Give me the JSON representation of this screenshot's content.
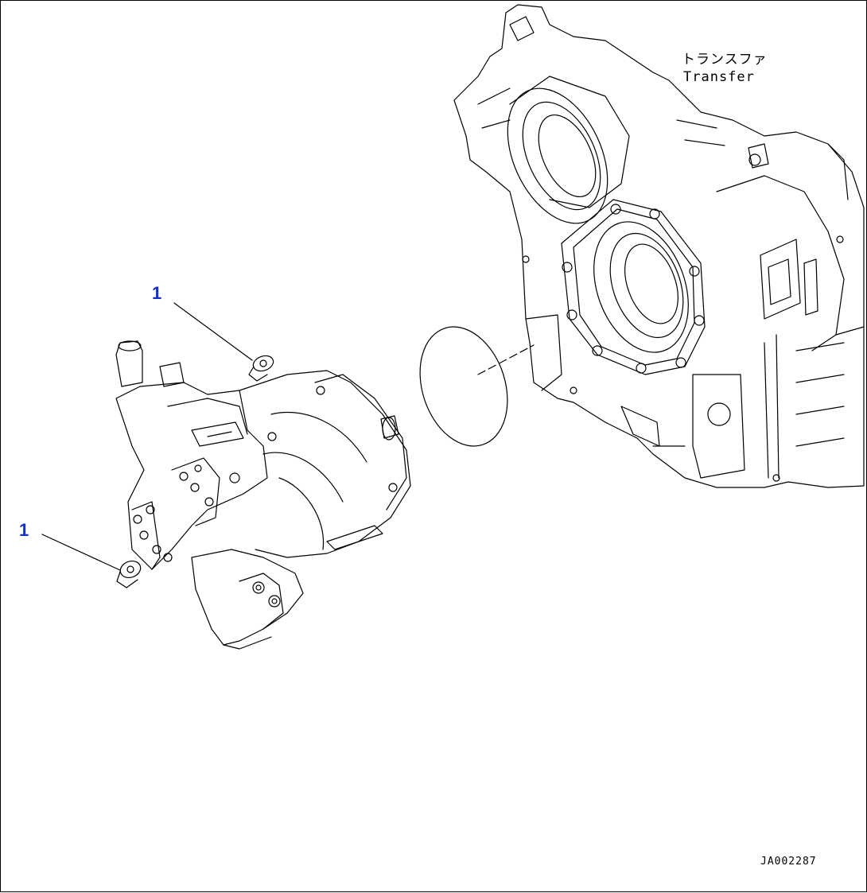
{
  "callouts": [
    {
      "number": "1"
    },
    {
      "number": "1"
    }
  ],
  "component_label": {
    "japanese": "トランスファ",
    "english": "Transfer"
  },
  "figure_id": "JA002287",
  "colors": {
    "line": "#000000",
    "callout": "#1530c8",
    "background": "#ffffff"
  }
}
